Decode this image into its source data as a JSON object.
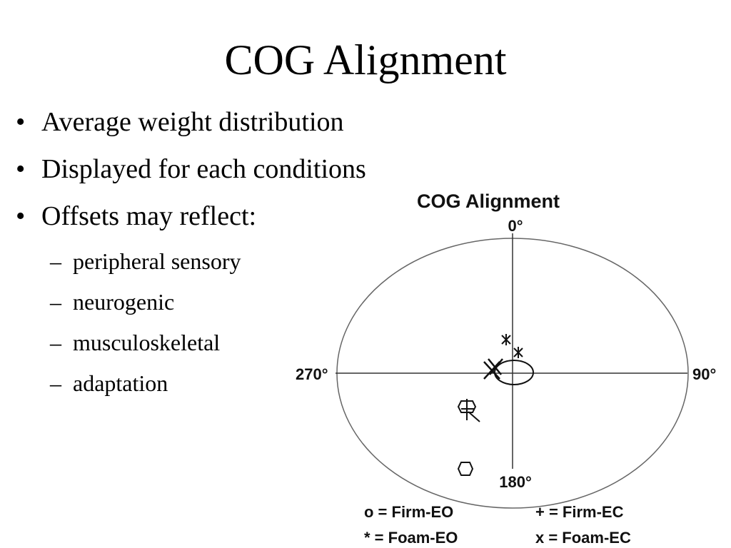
{
  "title": "COG Alignment",
  "bullets": [
    {
      "text": "Average weight distribution",
      "level": 1
    },
    {
      "text": "Displayed for each conditions",
      "level": 1
    },
    {
      "text": "Offsets may reflect:",
      "level": 1
    },
    {
      "text": "peripheral sensory",
      "level": 2
    },
    {
      "text": "neurogenic",
      "level": 2
    },
    {
      "text": "musculoskeletal",
      "level": 2
    },
    {
      "text": "adaptation",
      "level": 2
    }
  ],
  "figure": {
    "title": "COG Alignment",
    "labels": {
      "top": "0°",
      "right": "90°",
      "bottom": "180°",
      "left": "270°"
    },
    "markers": [
      {
        "symbol": "o",
        "condition": "Firm-EO"
      },
      {
        "symbol": "+",
        "condition": "Firm-EC"
      },
      {
        "symbol": "*",
        "condition": "Foam-EO"
      },
      {
        "symbol": "x",
        "condition": "Foam-EC"
      }
    ],
    "legend": [
      "o = Firm-EO",
      "+ = Firm-EC",
      "* = Foam-EO",
      "x = Foam-EC"
    ]
  }
}
